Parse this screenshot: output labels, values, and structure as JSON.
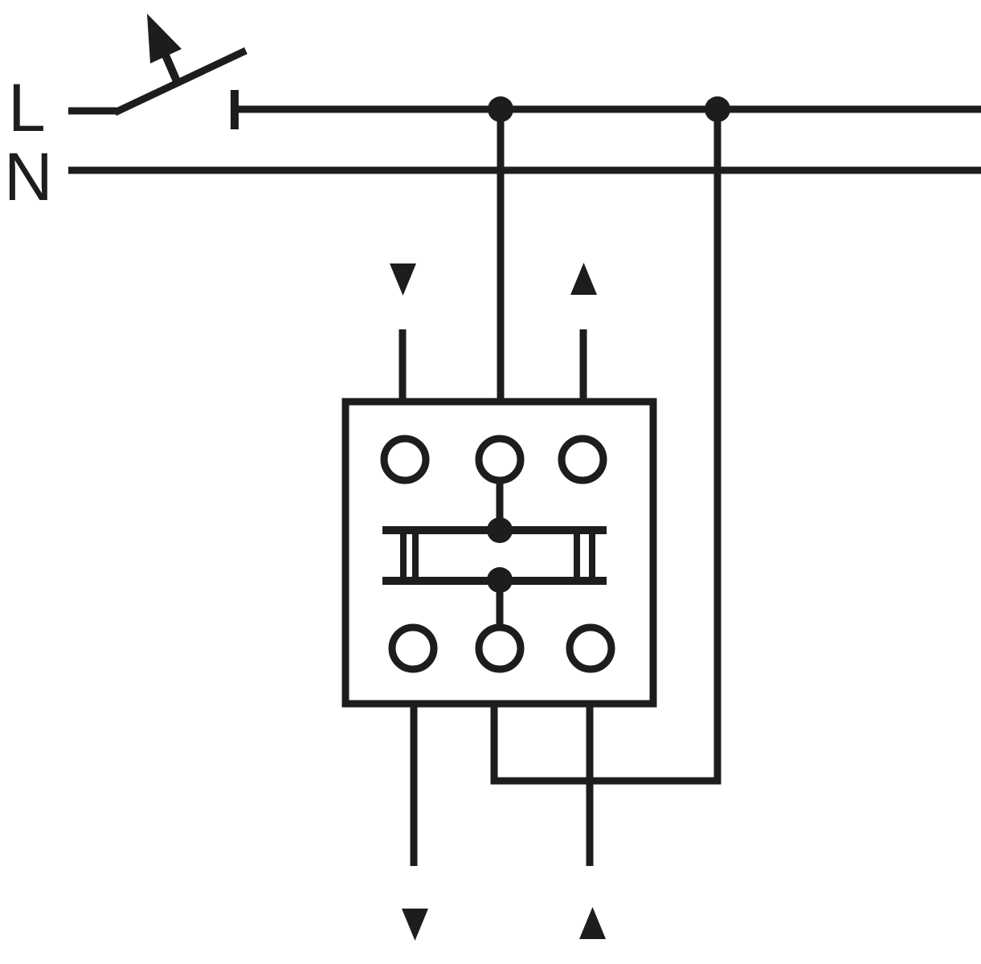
{
  "colors": {
    "background": "#ffffff",
    "line": "#1d1d1b"
  },
  "labels": {
    "live": "L",
    "neutral": "N"
  },
  "icons": {
    "actuator_arrow": {
      "name": "switch-actuator-arrow-icon",
      "direction": "up-left",
      "glyph": "↖"
    },
    "top_left_arrow": {
      "name": "shutter-down-arrow-icon",
      "direction": "down",
      "glyph": "▼"
    },
    "top_right_arrow": {
      "name": "shutter-up-arrow-icon",
      "direction": "up",
      "glyph": "▲"
    },
    "bottom_left_arrow": {
      "name": "shutter-down-arrow-icon",
      "direction": "down",
      "glyph": "▼"
    },
    "bottom_right_arrow": {
      "name": "shutter-up-arrow-icon",
      "direction": "up",
      "glyph": "▲"
    }
  },
  "device_box": {
    "terminals_top": 3,
    "terminals_bottom": 3,
    "inner_contact_dots": 2,
    "bridge_rails": 2
  },
  "junction_dots_on_live_line": 2
}
